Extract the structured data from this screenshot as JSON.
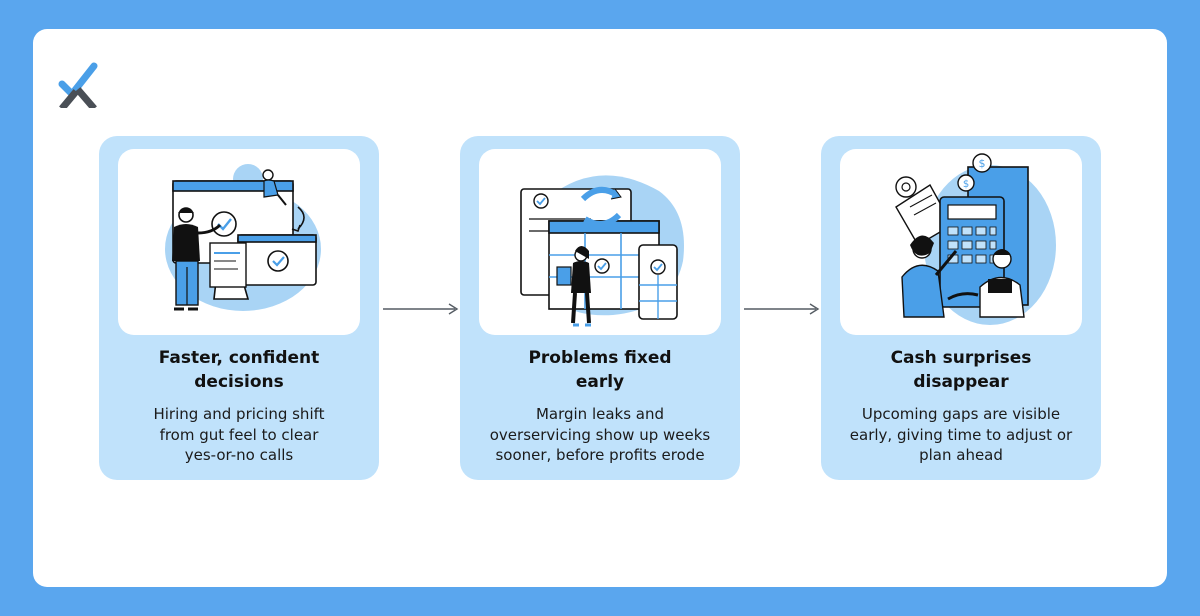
{
  "colors": {
    "background": "#5aa6ee",
    "panel": "#ffffff",
    "card": "#c0e2fb",
    "accent": "#4a9fe8",
    "text": "#111111",
    "logo_dark": "#4a4f56"
  },
  "logo": {
    "icon": "checkmark-x-logo"
  },
  "steps": [
    {
      "title_line1": "Faster, confident",
      "title_line2": "decisions",
      "desc_line1": "Hiring and pricing shift",
      "desc_line2": "from gut feel to clear",
      "desc_line3": "yes-or-no calls",
      "illustration": "person-with-checkmark-screens-illustration"
    },
    {
      "title_line1": "Problems fixed",
      "title_line2": "early",
      "desc_line1": "Margin leaks and",
      "desc_line2": "overservicing show up weeks",
      "desc_line3": "sooner, before profits erode",
      "illustration": "person-with-calendar-sync-illustration"
    },
    {
      "title_line1": "Cash surprises",
      "title_line2": "disappear",
      "desc_line1": "Upcoming gaps are visible",
      "desc_line2": "early, giving time to adjust or",
      "desc_line3": "plan ahead",
      "illustration": "people-with-calculator-and-coins-illustration"
    }
  ],
  "connectors": [
    "arrow-right-icon",
    "arrow-right-icon"
  ]
}
